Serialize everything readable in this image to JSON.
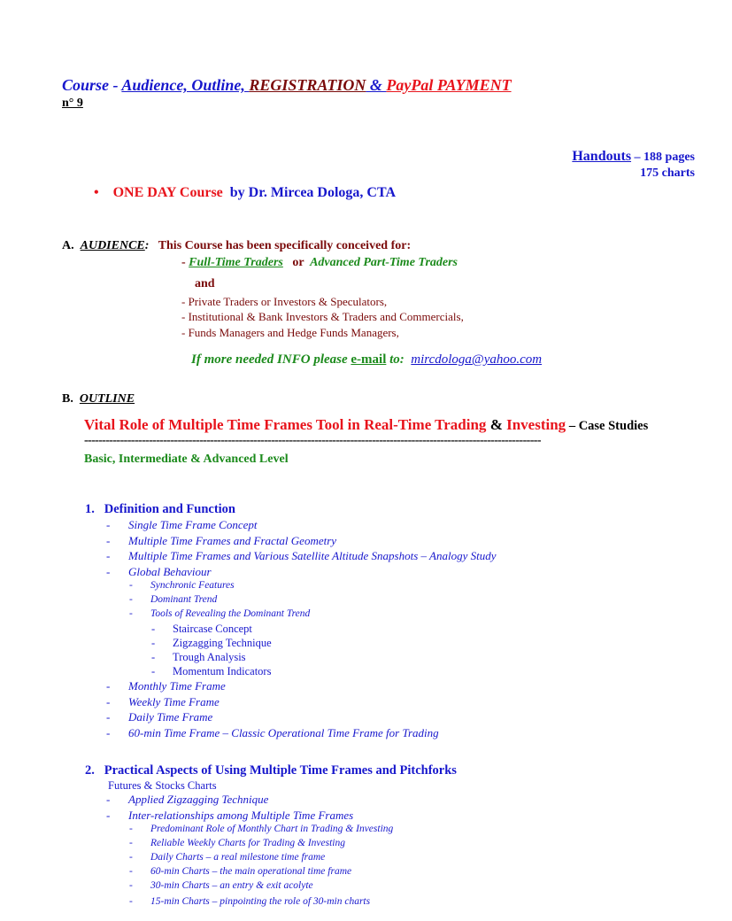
{
  "title": {
    "course": "Course - ",
    "audience_outline": "Audience, Outline, ",
    "registration": "REGISTRATION",
    "amp": " & ",
    "paypal": "PayPal PAYMENT",
    "number": "n° 9"
  },
  "handouts": {
    "label": "Handouts",
    "pages": " – 188 pages",
    "charts": "175 charts"
  },
  "bullet": {
    "one_day": "ONE DAY Course",
    "by": "by Dr. Mircea Dologa, CTA"
  },
  "audience": {
    "letter": "A.",
    "heading": "AUDIENCE",
    "colon": ":",
    "intro": "This Course has been specifically conceived for:",
    "full_time": "Full-Time Traders",
    "or": "or",
    "advanced": "Advanced Part-Time Traders",
    "and": "and",
    "items": [
      "- Private Traders or Investors & Speculators,",
      "- Institutional  & Bank Investors & Traders and Commercials,",
      "- Funds Managers and Hedge Funds Managers,"
    ],
    "info_pre": "If more needed INFO please ",
    "email_link": "e-mail",
    "info_to": " to:",
    "email": "mircdologa@yahoo.com"
  },
  "outline": {
    "letter": "B.",
    "heading": "OUTLINE",
    "vital": "Vital Role of Multiple Time Frames Tool in Real-Time Trading",
    "amp": " & ",
    "investing": "Investing",
    "case": " – Case Studies",
    "dashes": "-------------------------------------------------------------------------------------------------------------------------------",
    "level": "Basic, Intermediate & Advanced  Level"
  },
  "section1": {
    "title": "1.   Definition and Function",
    "items": [
      "Single Time Frame Concept",
      "Multiple Time Frames and Fractal Geometry",
      "Multiple Time Frames and Various Satellite Altitude Snapshots – Analogy Study",
      "Global Behaviour"
    ],
    "sub": [
      "Synchronic Features",
      "Dominant Trend",
      "Tools of Revealing the Dominant Trend"
    ],
    "subsub": [
      "Staircase Concept",
      "Zigzagging Technique",
      "Trough Analysis",
      "Momentum Indicators"
    ],
    "items2": [
      "Monthly Time Frame",
      "Weekly Time Frame",
      "Daily Time Frame",
      "60-min Time Frame – Classic Operational Time Frame for Trading"
    ]
  },
  "section2": {
    "title": "2.   Practical Aspects of Using Multiple Time Frames and Pitchforks",
    "note": "Futures & Stocks Charts",
    "items": [
      "Applied Zigzagging Technique",
      "Inter-relationships among Multiple Time Frames"
    ],
    "sub": [
      "Predominant Role of Monthly Chart in Trading & Investing",
      "Reliable Weekly Charts for Trading & Investing",
      "Daily Charts – a real milestone time frame",
      "60-min Charts – the main operational time frame",
      "30-min Charts – an entry & exit acolyte",
      "15-min Charts – pinpointing the role of 30-min charts"
    ]
  },
  "dash": "-"
}
